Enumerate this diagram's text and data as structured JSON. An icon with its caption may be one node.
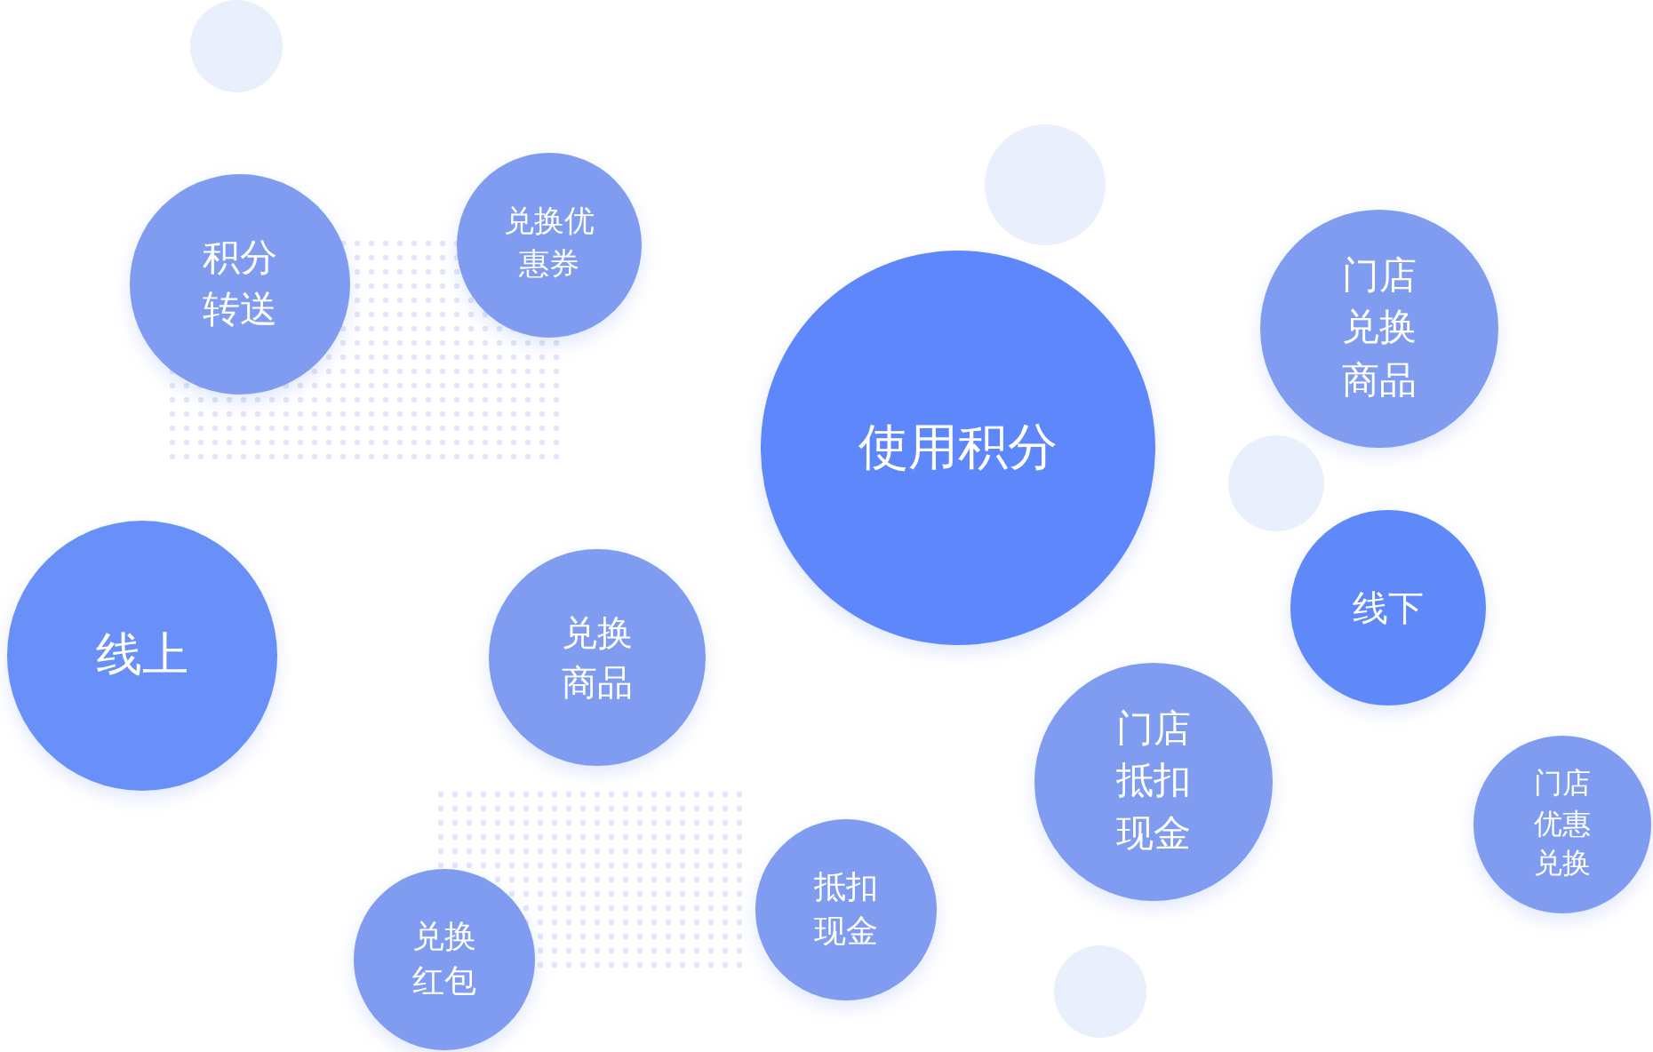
{
  "diagram": {
    "nodes": [
      {
        "text": [],
        "shape": "circle"
      },
      {
        "text": [
          "兑换优惠券"
        ]
      },
      {
        "text": [
          "积分转送"
        ]
      },
      {
        "text": [],
        "shape": "circle"
      },
      {
        "text": [
          "门店兑换商品"
        ]
      },
      {
        "text": [
          "使用积分"
        ]
      },
      {
        "text": [],
        "shape": "circle"
      },
      {
        "text": [
          "线下"
        ]
      },
      {
        "text": [
          "线上"
        ]
      },
      {
        "text": [
          "兑换商品"
        ]
      },
      {
        "text": [
          "门店抵扣现金"
        ]
      },
      {
        "text": [
          "门店优惠兑换"
        ]
      },
      {
        "text": [
          "抵扣现金"
        ]
      },
      {
        "text": [
          "兑换红包"
        ]
      },
      {
        "text": [],
        "shape": "circle"
      }
    ]
  }
}
